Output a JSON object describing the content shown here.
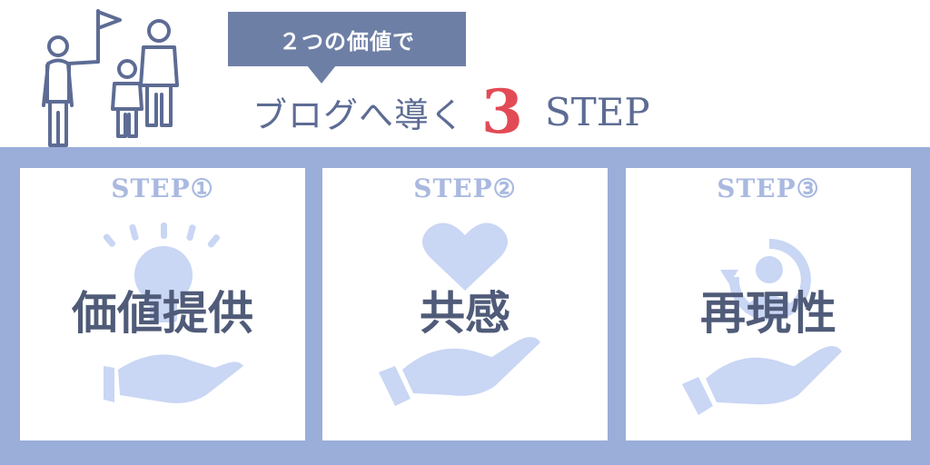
{
  "header": {
    "badge_text": "２つの価値で",
    "headline_text": "ブログへ導く",
    "headline_number": "3",
    "headline_suffix": "STEP"
  },
  "steps": [
    {
      "step_label": "STEP①",
      "title": "価値提供",
      "icon": "lightbulb-on-hand-icon"
    },
    {
      "step_label": "STEP②",
      "title": "共感",
      "icon": "heart-on-hand-icon"
    },
    {
      "step_label": "STEP③",
      "title": "再現性",
      "icon": "person-cycle-on-hand-icon"
    }
  ],
  "colors": {
    "band": "#9aaed9",
    "badge": "#6e7fa6",
    "headline": "#5d6c94",
    "accent_number": "#e24b55",
    "step_label": "#a9b9e0",
    "card_title": "#4f5b78",
    "icon_fill": "#c9d6f4"
  },
  "decoration": {
    "icon": "people-with-flag-icon"
  }
}
